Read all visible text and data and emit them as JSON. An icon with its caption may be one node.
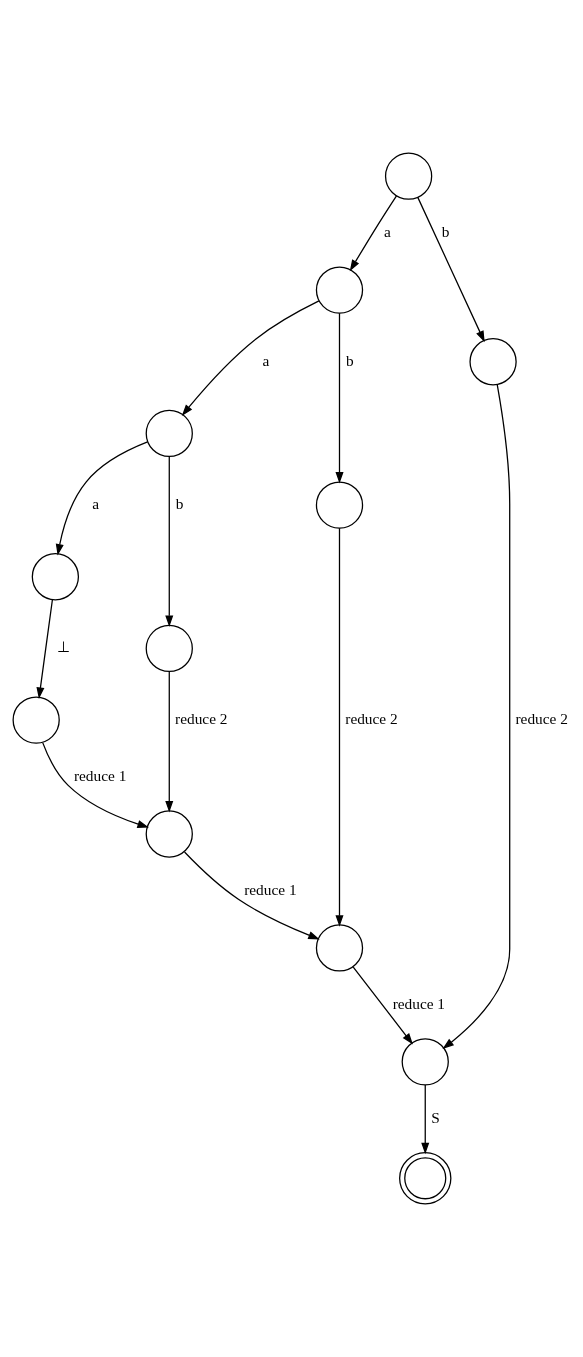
{
  "diagram": {
    "nodes": [
      {
        "text": [],
        "shape": "circle"
      },
      {
        "text": [],
        "shape": "circle"
      },
      {
        "text": [],
        "shape": "circle"
      },
      {
        "text": [],
        "shape": "circle"
      },
      {
        "text": [],
        "shape": "circle"
      },
      {
        "text": [],
        "shape": "circle"
      },
      {
        "text": [],
        "shape": "circle"
      },
      {
        "text": [],
        "shape": "circle"
      },
      {
        "text": [],
        "shape": "circle"
      },
      {
        "text": [],
        "shape": "circle"
      },
      {
        "text": [],
        "shape": "circle"
      },
      {
        "text": [],
        "shape": "doublecircle"
      }
    ],
    "edges": [
      {
        "from": 0,
        "to": 1,
        "arrow": "to",
        "label": "a"
      },
      {
        "from": 0,
        "to": 2,
        "arrow": "to",
        "label": "b"
      },
      {
        "from": 1,
        "to": 4,
        "arrow": "to",
        "label": "b"
      },
      {
        "from": 1,
        "to": 3,
        "arrow": "to",
        "label": "a"
      },
      {
        "from": 3,
        "to": 5,
        "arrow": "to",
        "label": "a"
      },
      {
        "from": 3,
        "to": 6,
        "arrow": "to",
        "label": "b"
      },
      {
        "from": 5,
        "to": 7,
        "arrow": "to",
        "label": "⊥"
      },
      {
        "from": 7,
        "to": 8,
        "arrow": "to",
        "label": "reduce 1"
      },
      {
        "from": 6,
        "to": 8,
        "arrow": "to",
        "label": "reduce 2"
      },
      {
        "from": 4,
        "to": 9,
        "arrow": "to",
        "label": "reduce 2"
      },
      {
        "from": 8,
        "to": 9,
        "arrow": "to",
        "label": "reduce 1"
      },
      {
        "from": 2,
        "to": 10,
        "arrow": "to",
        "label": "reduce 2"
      },
      {
        "from": 9,
        "to": 10,
        "arrow": "to",
        "label": "reduce 1"
      },
      {
        "from": 10,
        "to": 11,
        "arrow": "to",
        "label": "S"
      }
    ]
  }
}
